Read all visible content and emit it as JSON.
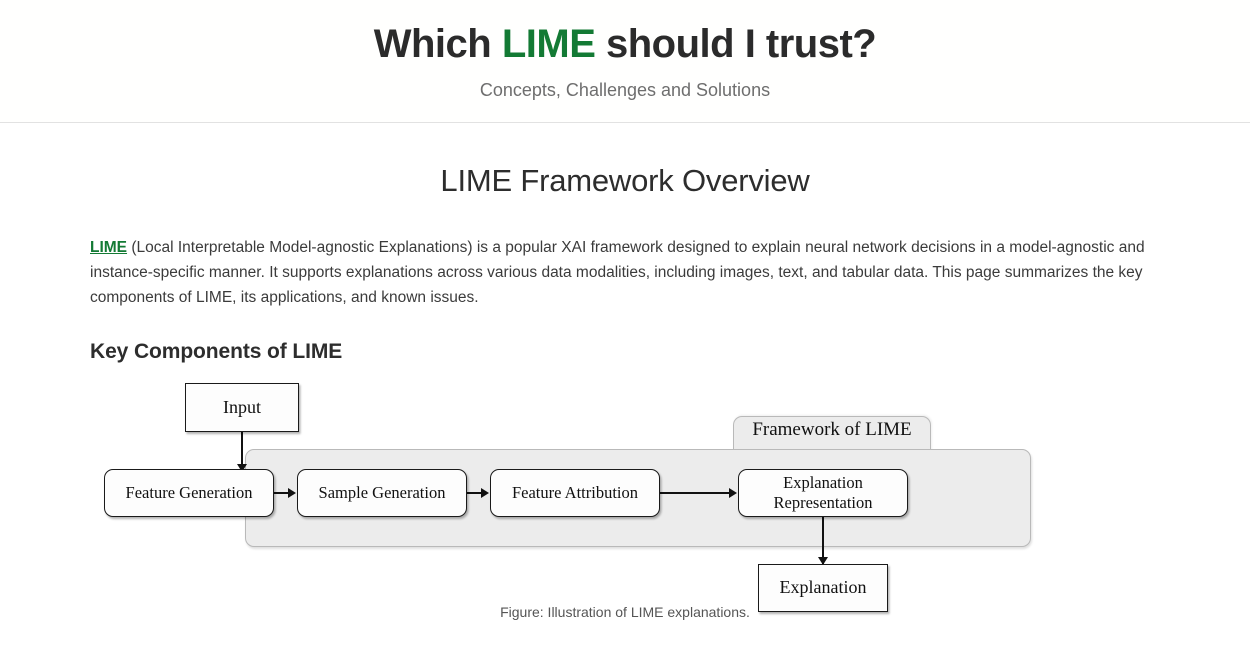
{
  "header": {
    "title_before": "Which ",
    "title_highlight": "LIME",
    "title_after": " should I trust?",
    "subtitle": "Concepts, Challenges and Solutions",
    "highlight_color": "#137a34"
  },
  "main": {
    "section_title": "LIME Framework Overview",
    "intro": {
      "link_text": "LIME",
      "body": " (Local Interpretable Model-agnostic Explanations) is a popular XAI framework designed to explain neural network decisions in a model-agnostic and instance-specific manner. It supports explanations across various data modalities, including images, text, and tabular data. This page summarizes the key components of LIME, its applications, and known issues."
    },
    "subsection_title": "Key Components of LIME"
  },
  "figure": {
    "caption": "Figure: Illustration of LIME explanations.",
    "container_label": "Framework of LIME",
    "nodes": {
      "input": "Input",
      "feature_generation": "Feature Generation",
      "sample_generation": "Sample Generation",
      "feature_attribution": "Feature Attribution",
      "explanation_representation_line1": "Explanation",
      "explanation_representation_line2": "Representation",
      "explanation": "Explanation"
    },
    "colors": {
      "container_fill": "#ececec",
      "container_border": "#b9b9b9",
      "node_fill": "#fdfdfd",
      "node_border": "#1a1a1a"
    }
  }
}
